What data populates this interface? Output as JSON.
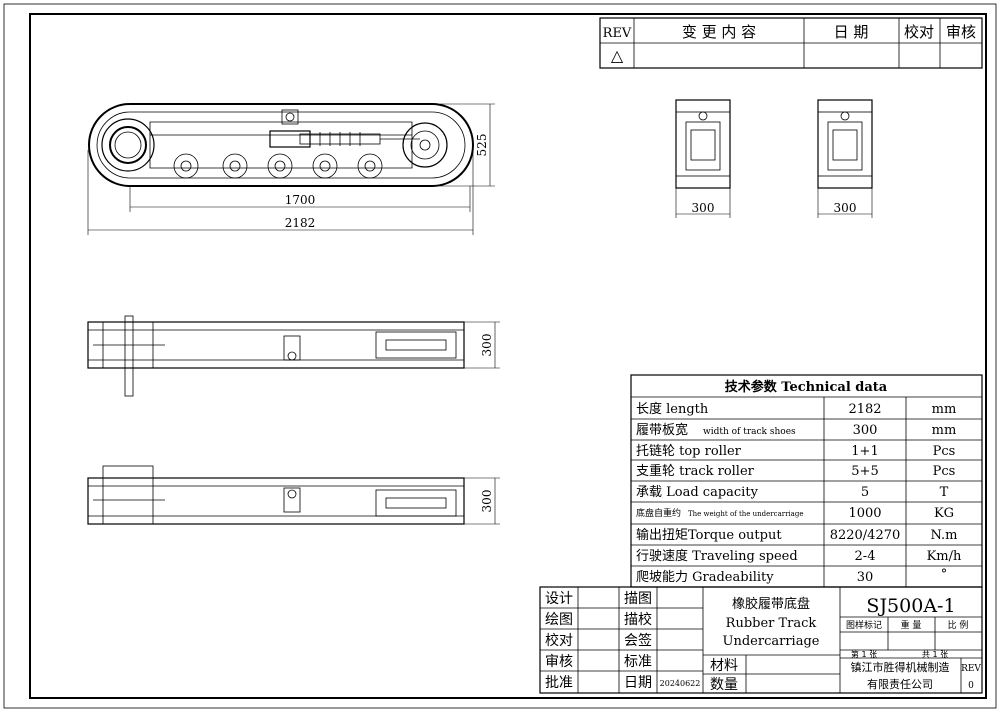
{
  "revision_table": {
    "headers": [
      "REV",
      "变 更 内 容",
      "日 期",
      "校对",
      "审核"
    ],
    "rev_symbol": "△"
  },
  "dimensions": {
    "side_length_inner": "1700",
    "side_length_total": "2182",
    "side_height": "525",
    "front_width_1": "300",
    "front_width_2": "300",
    "top_width_1": "300",
    "top_width_2": "300"
  },
  "tech_data": {
    "title": "技术参数 Technical data",
    "rows": [
      {
        "label": "长度 length",
        "value": "2182",
        "unit": "mm"
      },
      {
        "label": "履带板宽",
        "label_small": "width of track shoes",
        "value": "300",
        "unit": "mm"
      },
      {
        "label": "托链轮 top roller",
        "value": "1+1",
        "unit": "Pcs"
      },
      {
        "label": "支重轮 track roller",
        "value": "5+5",
        "unit": "Pcs"
      },
      {
        "label": "承载 Load capacity",
        "value": "5",
        "unit": "T"
      },
      {
        "label": "底盘自重约",
        "label_small": "The weight of the undercarriage",
        "value": "1000",
        "unit": "KG"
      },
      {
        "label": "输出扭矩Torque output",
        "value": "8220/4270",
        "unit": "N.m"
      },
      {
        "label": "行驶速度 Traveling speed",
        "value": "2-4",
        "unit": "Km/h"
      },
      {
        "label": "爬坡能力 Gradeability",
        "value": "30",
        "unit": "°"
      }
    ]
  },
  "title_block": {
    "roles_left": [
      "设计",
      "绘图",
      "校对",
      "审核",
      "批准"
    ],
    "roles_mid": [
      "描图",
      "描校",
      "会签",
      "标准",
      "日期"
    ],
    "date_value": "20240622",
    "name_cn": "橡胶履带底盘",
    "name_en_1": "Rubber Track",
    "name_en_2": "Undercarriage",
    "material_label": "材料",
    "quantity_label": "数量",
    "drawing_no": "SJ500A-1",
    "meta_headers": [
      "图样标记",
      "重 量",
      "比 例"
    ],
    "sheet_no": "第 1 张",
    "sheet_total": "共 1 张",
    "company_1": "镇江市胜得机械制造",
    "company_2": "有限责任公司",
    "rev_label": "REV",
    "rev_value": "0"
  }
}
